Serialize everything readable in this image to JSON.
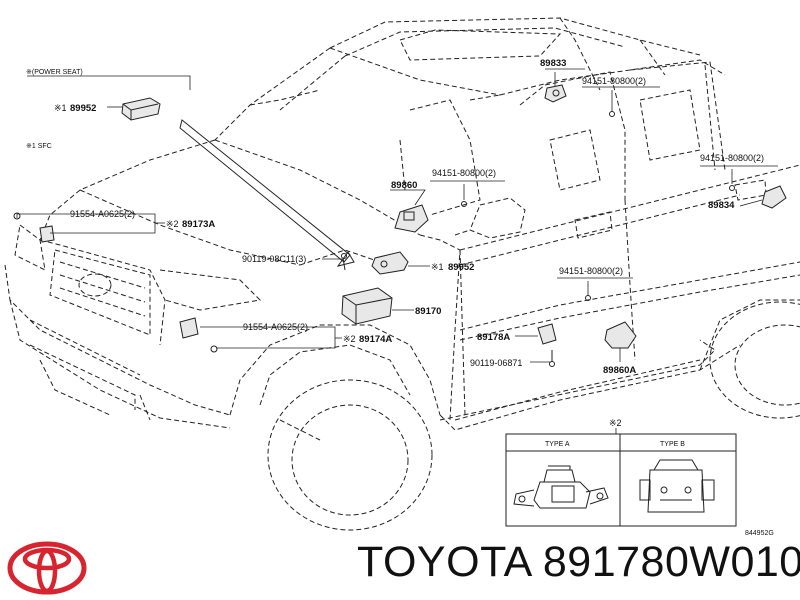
{
  "header": {
    "power_seat_note": "※(POWER SEAT)",
    "sfc_note": "※1 SFC",
    "mark_1": "※1",
    "mark_2": "※2"
  },
  "callouts": {
    "c89952_top": "89952",
    "c89833": "89833",
    "c94151_a": "94151-80800(2)",
    "c94151_b": "94151-80800(2)",
    "c94151_c": "94151-80800(2)",
    "c94151_d": "94151-80800(2)",
    "c89860": "89860",
    "c89834": "89834",
    "c91554_a": "91554-A0625(2)",
    "c89173A": "89173A",
    "c90119_a": "90119-08C11(3)",
    "c89952_mid": "89952",
    "c89170": "89170",
    "c91554_b": "91554-A0625(2)",
    "c89174A": "89174A",
    "c89178A": "89178A",
    "c90119_b": "90119-06871",
    "c89860A": "89860A"
  },
  "inset": {
    "type_a": "TYPE A",
    "type_b": "TYPE B"
  },
  "diagram_code": "844952G",
  "brand": {
    "text": "TOYOTA 891780W010",
    "logo_color": "#d8242f"
  }
}
